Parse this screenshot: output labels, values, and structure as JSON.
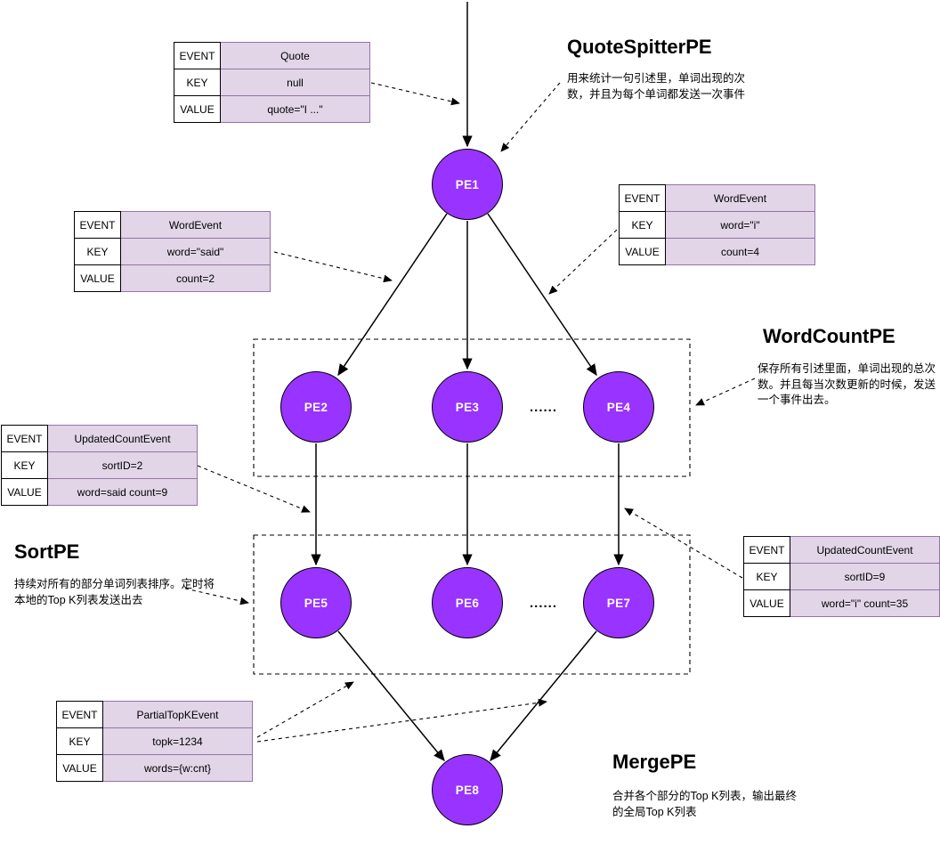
{
  "sections": {
    "quote_spitter": {
      "title": "QuoteSpitterPE",
      "description": "用来统计一句引述里，单词出现的次数，并且为每个单词都发送一次事件"
    },
    "word_count": {
      "title": "WordCountPE",
      "description": "保存所有引述里面，单词出现的总次数。并且每当次数更新的时候，发送一个事件出去。"
    },
    "sort": {
      "title": "SortPE",
      "description": "持续对所有的部分单词列表排序。定时将本地的Top K列表发送出去"
    },
    "merge": {
      "title": "MergePE",
      "description": "合并各个部分的Top K列表，输出最终的全局Top K列表"
    }
  },
  "nodes": {
    "pe1": "PE1",
    "pe2": "PE2",
    "pe3": "PE3",
    "pe4": "PE4",
    "pe5": "PE5",
    "pe6": "PE6",
    "pe7": "PE7",
    "pe8": "PE8"
  },
  "ellipsis": "......",
  "event_tables": {
    "quote": {
      "rows": [
        {
          "label": "EVENT",
          "value": "Quote"
        },
        {
          "label": "KEY",
          "value": "null"
        },
        {
          "label": "VALUE",
          "value": "quote=\"I ...\""
        }
      ]
    },
    "word_said": {
      "rows": [
        {
          "label": "EVENT",
          "value": "WordEvent"
        },
        {
          "label": "KEY",
          "value": "word=\"said\""
        },
        {
          "label": "VALUE",
          "value": "count=2"
        }
      ]
    },
    "word_i": {
      "rows": [
        {
          "label": "EVENT",
          "value": "WordEvent"
        },
        {
          "label": "KEY",
          "value": "word=\"i\""
        },
        {
          "label": "VALUE",
          "value": "count=4"
        }
      ]
    },
    "updated_said": {
      "rows": [
        {
          "label": "EVENT",
          "value": "UpdatedCountEvent"
        },
        {
          "label": "KEY",
          "value": "sortID=2"
        },
        {
          "label": "VALUE",
          "value": "word=said count=9"
        }
      ]
    },
    "updated_i": {
      "rows": [
        {
          "label": "EVENT",
          "value": "UpdatedCountEvent"
        },
        {
          "label": "KEY",
          "value": "sortID=9"
        },
        {
          "label": "VALUE",
          "value": "word=\"i\" count=35"
        }
      ]
    },
    "partial_topk": {
      "rows": [
        {
          "label": "EVENT",
          "value": "PartialTopKEvent"
        },
        {
          "label": "KEY",
          "value": "topk=1234"
        },
        {
          "label": "VALUE",
          "value": "words={w:cnt}"
        }
      ]
    }
  },
  "colors": {
    "node_fill": "#9933FF",
    "node_stroke": "#000000",
    "table_value_fill": "#E1D5E7",
    "table_value_border": "#9673A6",
    "table_label_fill": "#FFFFFF",
    "line": "#000000"
  }
}
